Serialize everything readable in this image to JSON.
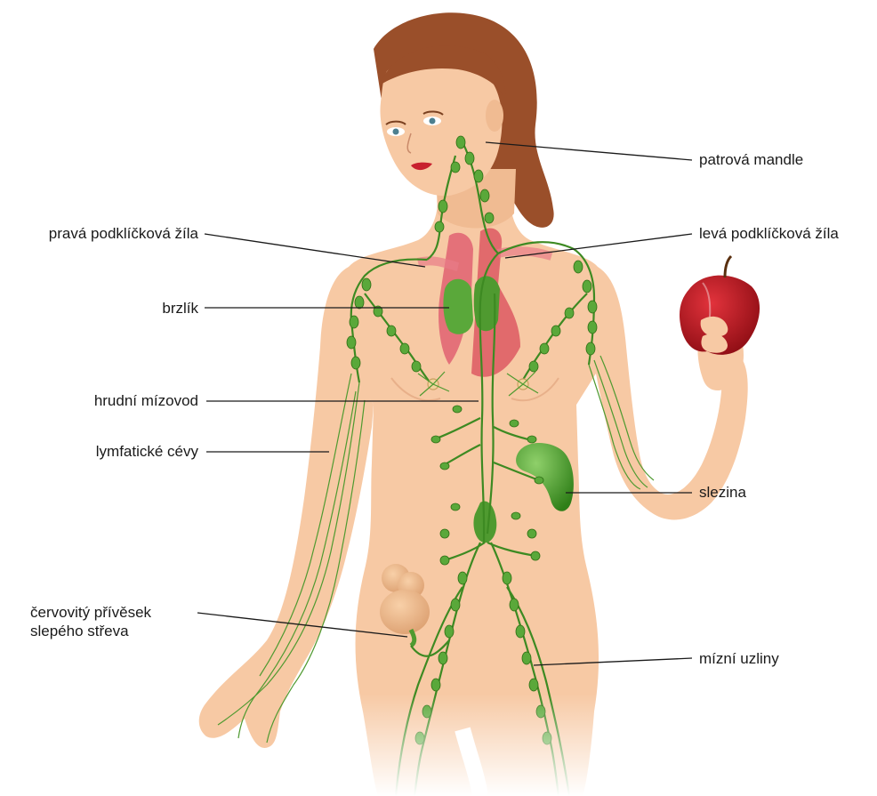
{
  "labels": {
    "palatine_tonsil": "patrová mandle",
    "right_subclavian_vein": "pravá podklíčková žíla",
    "left_subclavian_vein": "levá podklíčková žíla",
    "thymus": "brzlík",
    "thoracic_duct": "hrudní mízovod",
    "lymphatic_vessels": "lymfatické cévy",
    "spleen": "slezina",
    "appendix_line1": "červovitý přívěsek",
    "appendix_line2": "slepého střeva",
    "lymph_nodes": "mízní uzliny"
  },
  "colors": {
    "skin": "#f7c9a4",
    "skin_shadow": "#eab48c",
    "hair": "#9a4f2a",
    "lymph_green": "#3d8a22",
    "node_green": "#5aa83a",
    "spleen_green": "#4fa42d",
    "apple_red": "#b3121b",
    "heart_red": "#d9495a",
    "leader_line": "#1a1a1a"
  }
}
